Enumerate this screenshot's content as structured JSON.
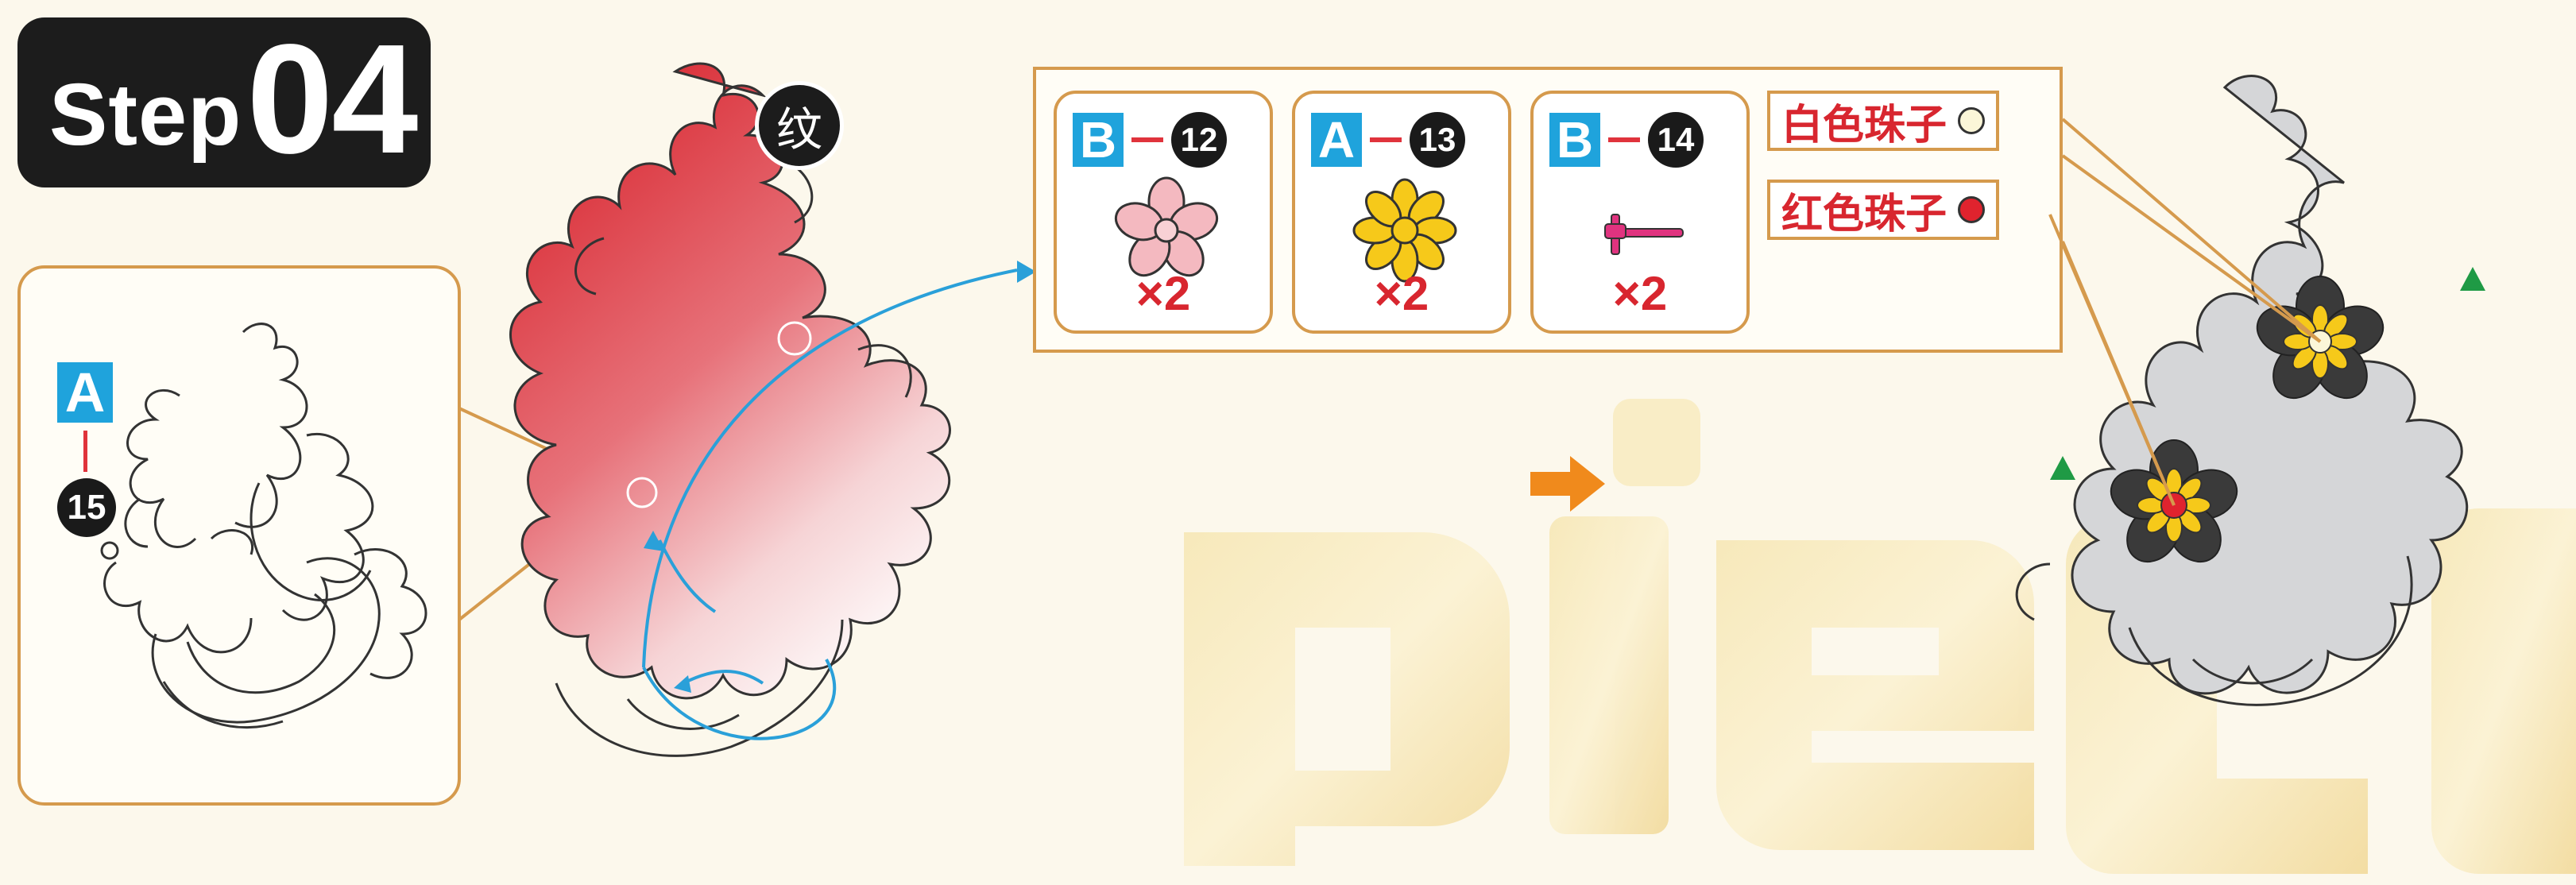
{
  "step": {
    "word": "Step",
    "number": "04"
  },
  "inset": {
    "letter": "A",
    "number": "15"
  },
  "center_label": "纹",
  "parts": [
    {
      "letter": "B",
      "number": "12",
      "icon": "pink-sakura-flower-icon",
      "qty": "×2"
    },
    {
      "letter": "A",
      "number": "13",
      "icon": "yellow-flower-icon",
      "qty": "×2"
    },
    {
      "letter": "B",
      "number": "14",
      "icon": "pink-pin-icon",
      "qty": "×2"
    }
  ],
  "beads": [
    {
      "label": "白色珠子",
      "color": "#fbf6d8"
    },
    {
      "label": "红色珠子",
      "color": "#e0232e"
    }
  ],
  "colors": {
    "accent_blue": "#1fa3dc",
    "accent_red": "#d8262f",
    "border_orange": "#d59a4d",
    "part_red": "#e0333c",
    "flower_yellow": "#f6c91a",
    "flower_dark": "#3a3a3a",
    "marker_green": "#1f9a45",
    "arrow_orange": "#f08a1c"
  }
}
